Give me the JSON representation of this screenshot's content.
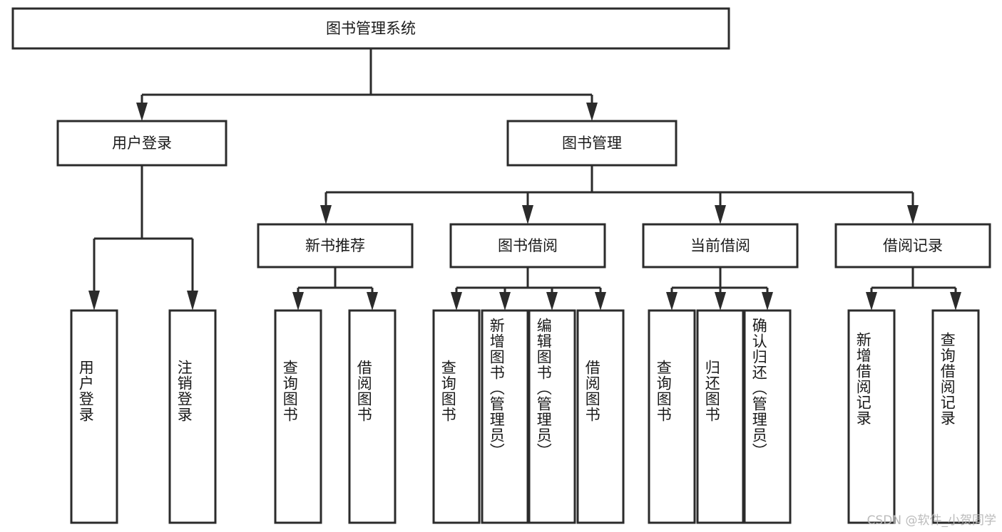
{
  "diagram": {
    "title": "图书管理系统",
    "type": "tree-hierarchy",
    "watermark": "CSDN @软件_小贺同学",
    "root": {
      "id": "root",
      "label": "图书管理系统"
    },
    "level2": [
      {
        "id": "user-login",
        "label": "用户登录"
      },
      {
        "id": "book-manage",
        "label": "图书管理"
      }
    ],
    "level3": [
      {
        "id": "new-book-rec",
        "label": "新书推荐"
      },
      {
        "id": "book-borrow",
        "label": "图书借阅"
      },
      {
        "id": "current-borrow",
        "label": "当前借阅"
      },
      {
        "id": "borrow-record",
        "label": "借阅记录"
      }
    ],
    "leaves": {
      "user_login": [
        {
          "id": "leaf-user-login",
          "label": "用户登录"
        },
        {
          "id": "leaf-logout-login",
          "label": "注销登录"
        }
      ],
      "new_book_rec": [
        {
          "id": "leaf-query-book-1",
          "label": "查询图书"
        },
        {
          "id": "leaf-borrow-book-1",
          "label": "借阅图书"
        }
      ],
      "book_borrow": [
        {
          "id": "leaf-query-book-2",
          "label": "查询图书"
        },
        {
          "id": "leaf-add-book",
          "label": "新增图书（管理员）"
        },
        {
          "id": "leaf-edit-book",
          "label": "编辑图书（管理员）"
        },
        {
          "id": "leaf-borrow-book-2",
          "label": "借阅图书"
        }
      ],
      "current_borrow": [
        {
          "id": "leaf-query-book-3",
          "label": "查询图书"
        },
        {
          "id": "leaf-return-book",
          "label": "归还图书"
        },
        {
          "id": "leaf-confirm-return",
          "label": "确认归还（管理员）"
        }
      ],
      "borrow_record": [
        {
          "id": "leaf-add-record",
          "label": "新增借阅记录"
        },
        {
          "id": "leaf-query-record",
          "label": "查询借阅记录"
        }
      ]
    },
    "colors": {
      "stroke": "#2b2b2b",
      "fill": "#ffffff",
      "text": "#1a1a1a",
      "watermark": "#b8b8b8",
      "background": "#ffffff"
    }
  }
}
